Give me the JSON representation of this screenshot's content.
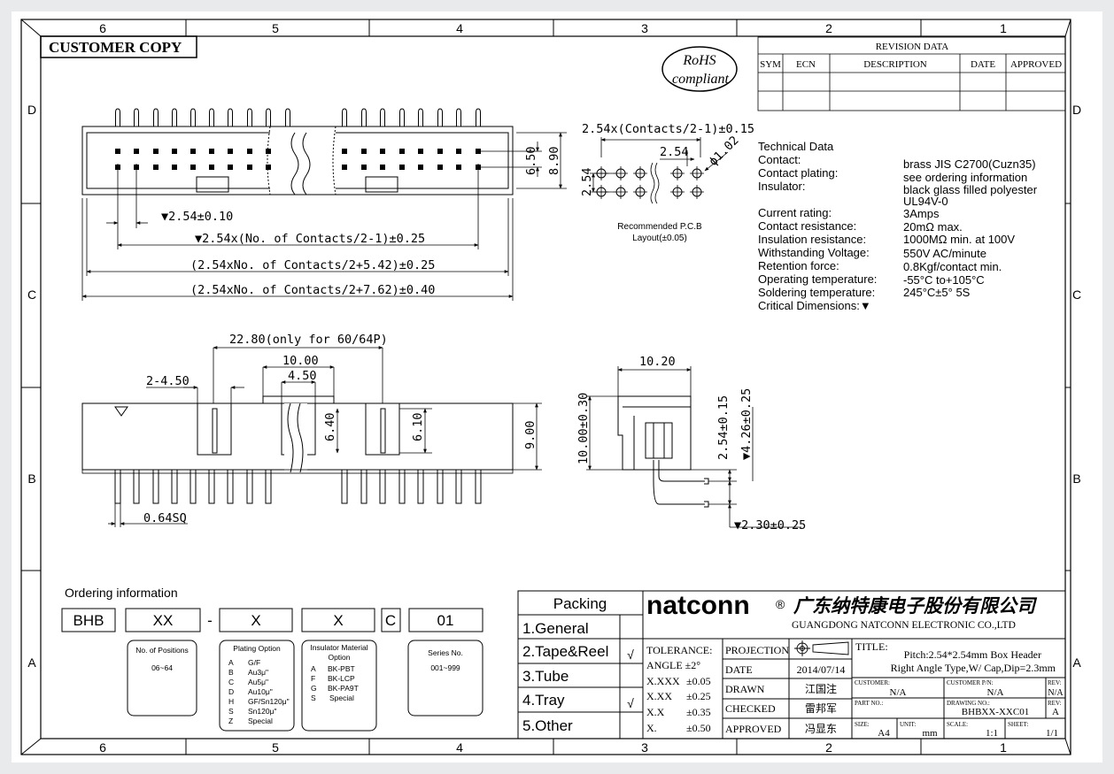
{
  "grid": {
    "columns": [
      "6",
      "5",
      "4",
      "3",
      "2",
      "1"
    ],
    "rows": [
      "D",
      "C",
      "B",
      "A"
    ]
  },
  "customer_copy": "CUSTOMER COPY",
  "rohs": {
    "line1": "RoHS",
    "line2": "compliant"
  },
  "revision": {
    "title": "REVISION DATA",
    "headers": [
      "SYM",
      "ECN",
      "DESCRIPTION",
      "DATE",
      "APPROVED"
    ]
  },
  "top_view": {
    "pitch_offset": "▼2.54±0.10",
    "pitch_span": "▼2.54x(No. of Contacts/2-1)±0.25",
    "body_length": "(2.54xNo. of Contacts/2+5.42)±0.25",
    "overall_length": "(2.54xNo. of Contacts/2+7.62)±0.40",
    "dim_650": "6.50",
    "dim_890": "8.90"
  },
  "pcb_layout": {
    "span": "2.54x(Contacts/2-1)±0.15",
    "pitch_x": "2.54",
    "pitch_y": "2.54",
    "hole": "ϕ1.02",
    "caption_1": "Recommended  P.C.B",
    "caption_2": "Layout(±0.05)"
  },
  "technical_data": {
    "title": "Technical Data",
    "rows": [
      {
        "label": "Contact:",
        "value": ""
      },
      {
        "label": "",
        "value": "brass JIS C2700(Cuzn35)"
      },
      {
        "label": "Contact plating:",
        "value": "see ordering information"
      },
      {
        "label": "Insulator:",
        "value": "black glass filled polyester"
      },
      {
        "label": "",
        "value": "UL94V-0"
      },
      {
        "label": "Current rating:",
        "value": "3Amps"
      },
      {
        "label": "Contact resistance:",
        "value": "20mΩ  max."
      },
      {
        "label": "Insulation resistance:",
        "value": "1000MΩ  min. at 100V"
      },
      {
        "label": "Withstanding Voltage:",
        "value": "550V AC/minute"
      },
      {
        "label": "Retention force:",
        "value": "0.8Kgf/contact min."
      },
      {
        "label": "Operating temperature:",
        "value": "-55°C to+105°C"
      },
      {
        "label": "Soldering temperature:",
        "value": "245°C±5°  5S"
      },
      {
        "label": "Critical Dimensions:▼",
        "value": ""
      }
    ]
  },
  "side_view": {
    "dim_2280": "22.80(only for 60/64P)",
    "dim_1000": "10.00",
    "dim_450a": "2-4.50",
    "dim_450b": "4.50",
    "dim_640": "6.40",
    "dim_610": "6.10",
    "dim_900": "9.00",
    "dim_064": "0.64SQ"
  },
  "end_view": {
    "dim_1020": "10.20",
    "dim_1000": "10.00±0.30",
    "dim_254": "2.54±0.15",
    "dim_426": "▼4.26±0.25",
    "dim_230": "▼2.30±0.25"
  },
  "ordering": {
    "title": "Ordering  information",
    "code": [
      "BHB",
      "XX",
      "-",
      "X",
      "X",
      "C",
      "01"
    ],
    "positions": {
      "title": "No. of Positions",
      "range": "06~64"
    },
    "plating": {
      "title": "Plating Option",
      "rows": [
        [
          "A",
          "G/F"
        ],
        [
          "B",
          "Au3μ\""
        ],
        [
          "C",
          "Au5μ\""
        ],
        [
          "D",
          "Au10μ\""
        ],
        [
          "H",
          "GF/Sn120μ\""
        ],
        [
          "S",
          "Sn120μ\""
        ],
        [
          "Z",
          "Special"
        ]
      ]
    },
    "insulator": {
      "title_1": "Insulator Material",
      "title_2": "Option",
      "rows": [
        [
          "A",
          "BK-PBT"
        ],
        [
          "F",
          "BK-LCP"
        ],
        [
          "G",
          "BK-PA9T"
        ],
        [
          "S",
          "Special"
        ]
      ]
    },
    "series": {
      "title": "Series No.",
      "range": "001~999"
    }
  },
  "packing": {
    "title": "Packing",
    "rows": [
      {
        "label": "1.General",
        "check": ""
      },
      {
        "label": "2.Tape&Reel",
        "check": "√"
      },
      {
        "label": "3.Tube",
        "check": ""
      },
      {
        "label": "4.Tray",
        "check": "√"
      },
      {
        "label": "5.Other",
        "check": ""
      }
    ]
  },
  "company": {
    "logo": "natconn",
    "registered": "®",
    "name_cn": "广东纳特康电子股份有限公司",
    "name_en": "GUANGDONG NATCONN ELECTRONIC CO.,LTD"
  },
  "title_block": {
    "tolerance": "TOLERANCE:",
    "angle": "ANGLE ±2°",
    "tol_rows": [
      [
        "X.XXX",
        "±0.05"
      ],
      [
        "X.XX",
        "±0.25"
      ],
      [
        "X.X",
        "±0.35"
      ],
      [
        "X.",
        "±0.50"
      ]
    ],
    "projection": "PROJECTION",
    "date_label": "DATE",
    "date": "2014/07/14",
    "drawn_label": "DRAWN",
    "drawn": "江国注",
    "checked_label": "CHECKED",
    "checked": "雷邦军",
    "approved_label": "APPROVED",
    "approved": "冯显东",
    "title_label": "TITLE:",
    "title_1": "Pitch:2.54*2.54mm Box Header",
    "title_2": "Right Angle Type,W/ Cap,Dip=2.3mm",
    "customer_label": "CUSTOMER:",
    "customer": "N/A",
    "customer_pn_label": "CUSTOMER P/N:",
    "customer_pn": "N/A",
    "rev_label": "REV:",
    "rev_1": "N/A",
    "rev_2": "A",
    "part_no_label": "PART NO.:",
    "drawing_no_label": "DRAWING NO.:",
    "drawing_no": "BHBXX-XXC01",
    "size_label": "SIZE:",
    "size": "A4",
    "unit_label": "UNIT:",
    "unit": "mm",
    "scale_label": "SCALE:",
    "scale": "1:1",
    "sheet_label": "SHEET:",
    "sheet": "1/1"
  }
}
